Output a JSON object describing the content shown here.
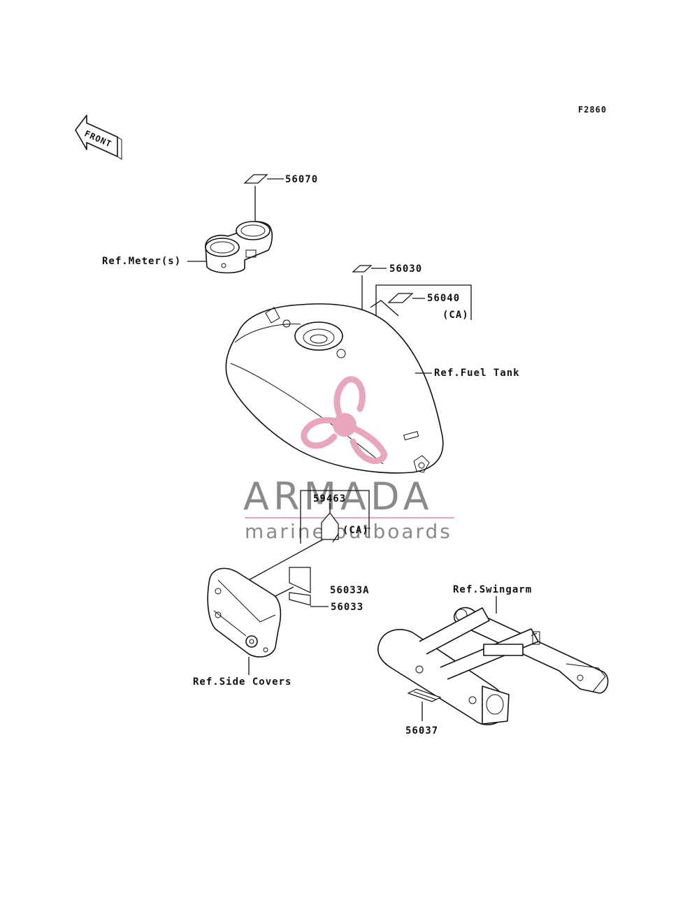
{
  "figure_code": "F2860",
  "front_label": "FRONT",
  "parts": {
    "p56070": "56070",
    "p56030": "56030",
    "p56040": "56040",
    "p56040_note": "(CA)",
    "p59463": "59463",
    "p59463_note": "(CA)",
    "p56033A": "56033A",
    "p56033": "56033",
    "p56037": "56037"
  },
  "references": {
    "meters": "Ref.Meter(s)",
    "fuel_tank": "Ref.Fuel Tank",
    "side_covers": "Ref.Side Covers",
    "swingarm": "Ref.Swingarm"
  },
  "watermark": {
    "brand": "ARMADA",
    "tagline": "marine outboards",
    "colors": {
      "logo": "#e8a6bd",
      "text": "#8a8a8a",
      "rule": "#e8a6bd"
    }
  }
}
